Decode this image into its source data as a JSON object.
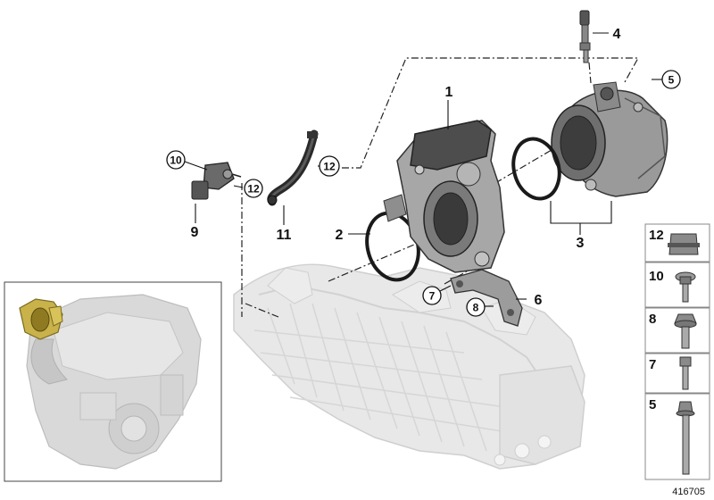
{
  "diagram": {
    "callouts": {
      "c1": "1",
      "c2": "2",
      "c3": "3",
      "c4": "4",
      "c5": "5",
      "c6": "6",
      "c7": "7",
      "c8": "8",
      "c9": "9",
      "c10": "10",
      "c11": "11",
      "c12a": "12",
      "c12b": "12"
    },
    "legend": [
      "12",
      "10",
      "8",
      "7",
      "5"
    ],
    "diagram_id": "416705"
  }
}
